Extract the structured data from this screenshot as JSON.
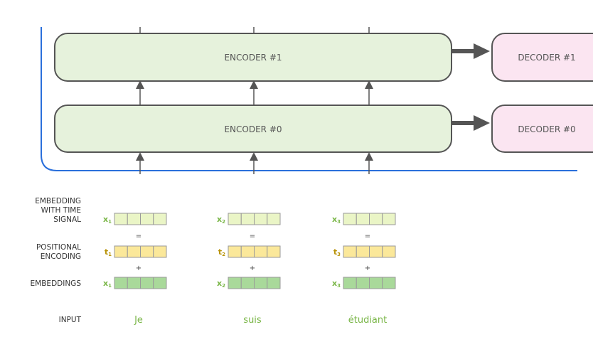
{
  "encoders": [
    {
      "label": "ENCODER #1"
    },
    {
      "label": "ENCODER #0"
    }
  ],
  "decoders": [
    {
      "label": "DECODER #1"
    },
    {
      "label": "DECODER #0"
    }
  ],
  "row_labels": {
    "embedding_with_time_signal": [
      "EMBEDDING",
      "WITH TIME",
      "SIGNAL"
    ],
    "positional_encoding": [
      "POSITIONAL",
      "ENCODING"
    ],
    "embeddings": "EMBEDDINGS",
    "input": "INPUT"
  },
  "operators": {
    "equals": "=",
    "plus": "+"
  },
  "tokens": [
    {
      "word": "Je",
      "x_sym": "x",
      "t_sym": "t",
      "index": "1"
    },
    {
      "word": "suis",
      "x_sym": "x",
      "t_sym": "t",
      "index": "2"
    },
    {
      "word": "étudiant",
      "x_sym": "x",
      "t_sym": "t",
      "index": "3"
    }
  ],
  "colors": {
    "encoder_fill": "#e6f2dc",
    "decoder_fill": "#fbe5f1",
    "box_stroke": "#555555",
    "stack_border": "#2a6fdb",
    "arrow": "#555555",
    "signal_cell": "#eaf5c6",
    "positional_cell": "#fbe89a",
    "embedding_cell": "#a9d99a",
    "cell_stroke": "#999999",
    "green_text": "#7ab648",
    "gold_text": "#b8930a"
  }
}
